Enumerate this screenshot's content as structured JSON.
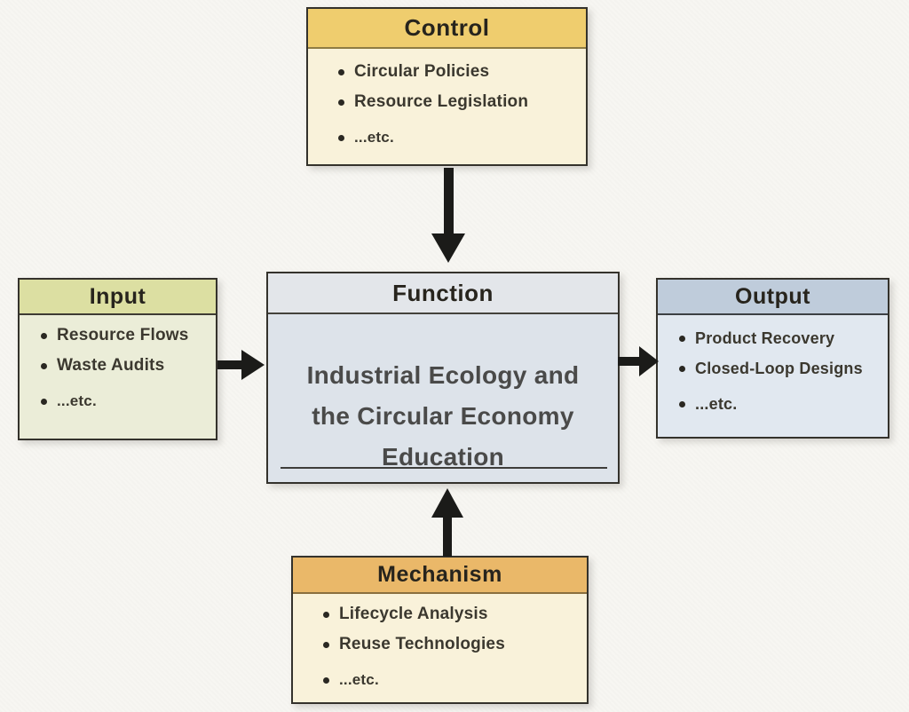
{
  "diagram": {
    "background_color": "#f7f6f2",
    "border_color": "#34322c",
    "arrow_color": "#1b1b19",
    "boxes": {
      "control": {
        "label": "Control",
        "items": [
          "Circular Policies",
          "Resource Legislation",
          "...etc."
        ],
        "header_color": "#efcd6e",
        "body_color": "#f9f2da"
      },
      "input": {
        "label": "Input",
        "items": [
          "Resource Flows",
          "Waste Audits",
          "...etc."
        ],
        "header_color": "#dcdfa2",
        "body_color": "#ebedd8"
      },
      "function": {
        "label": "Function",
        "lines": [
          "Industrial Ecology and",
          "the Circular Economy",
          "Education"
        ],
        "header_color": "#e3e6ea",
        "body_color": "#dde3ea"
      },
      "output": {
        "label": "Output",
        "items": [
          "Product Recovery",
          "Closed-Loop Designs",
          "...etc."
        ],
        "header_color": "#bfccdb",
        "body_color": "#e1e8f0"
      },
      "mechanism": {
        "label": "Mechanism",
        "items": [
          "Lifecycle Analysis",
          "Reuse Technologies",
          "...etc."
        ],
        "header_color": "#eab869",
        "body_color": "#f9f2da"
      }
    },
    "arrows": [
      {
        "name": "control-to-function",
        "direction": "down"
      },
      {
        "name": "input-to-function",
        "direction": "right"
      },
      {
        "name": "function-to-output",
        "direction": "right"
      },
      {
        "name": "mechanism-to-function",
        "direction": "up"
      }
    ]
  }
}
